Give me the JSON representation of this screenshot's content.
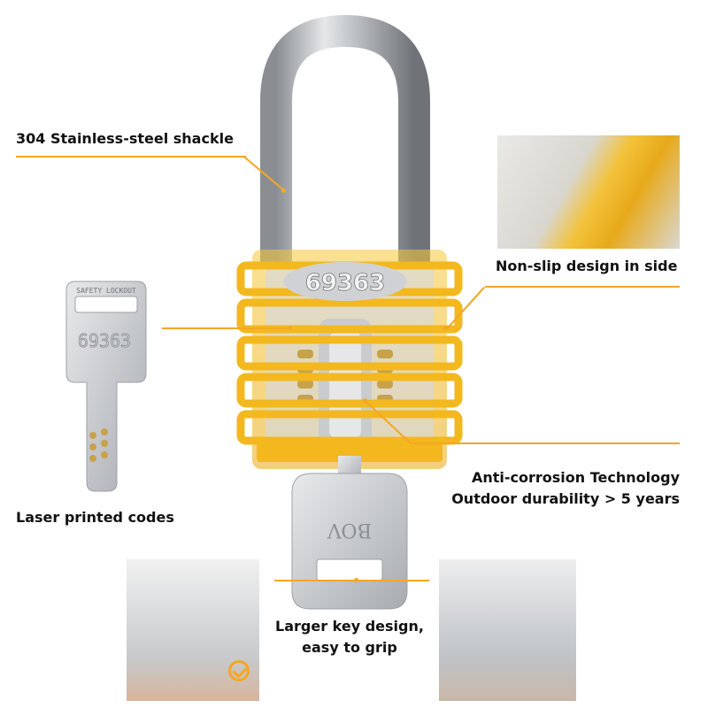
{
  "callouts": {
    "shackle": "304 Stainless-steel shackle",
    "non_slip": "Non-slip design in side",
    "anti_corrosion_line1": "Anti-corrosion Technology",
    "anti_corrosion_line2": "Outdoor durability  >  5 years",
    "laser_codes": "Laser printed codes",
    "larger_key_line1": "Larger key design,",
    "larger_key_line2": "easy to grip"
  },
  "lock_body_code": "69363",
  "key_tag_text": "SAFETY LOCKOUT",
  "key_code": "69363",
  "key_in_lock_brand": "BOV",
  "colors": {
    "accent_line": "#f5a623",
    "lock_yellow": "#f2b81e",
    "steel": "#b9bcc0",
    "check": "#f5a623"
  },
  "icons": [
    "checkmark-icon"
  ]
}
